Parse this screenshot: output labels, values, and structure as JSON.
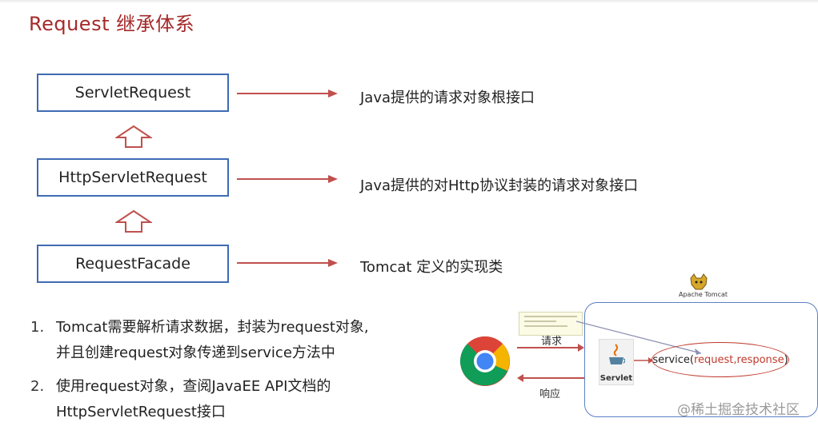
{
  "slide": {
    "title": "Request 继承体系"
  },
  "hierarchy": [
    {
      "label": "ServletRequest",
      "description": "Java提供的请求对象根接口"
    },
    {
      "label": "HttpServletRequest",
      "description": "Java提供的对Http协议封装的请求对象接口"
    },
    {
      "label": "RequestFacade",
      "description": "Tomcat 定义的实现类"
    }
  ],
  "notes": [
    {
      "num": "1.",
      "line1": "Tomcat需要解析请求数据，封装为request对象,",
      "line2": "并且创建request对象传递到service方法中"
    },
    {
      "num": "2.",
      "line1": "使用request对象，查阅JavaEE API文档的",
      "line2": "HttpServletRequest接口"
    }
  ],
  "figure": {
    "tomcat_label": "Apache Tomcat",
    "request_label": "请求",
    "response_label": "响应",
    "servlet_label": "Servlet",
    "service_prefix": "service(",
    "service_args": "request,response",
    "service_suffix": ")"
  },
  "watermark": "@稀土掘金技术社区",
  "colors": {
    "title": "#a52a2a",
    "box_border": "#3f6bb3",
    "arrow": "#c0504d",
    "ellipse": "#c0392b"
  }
}
